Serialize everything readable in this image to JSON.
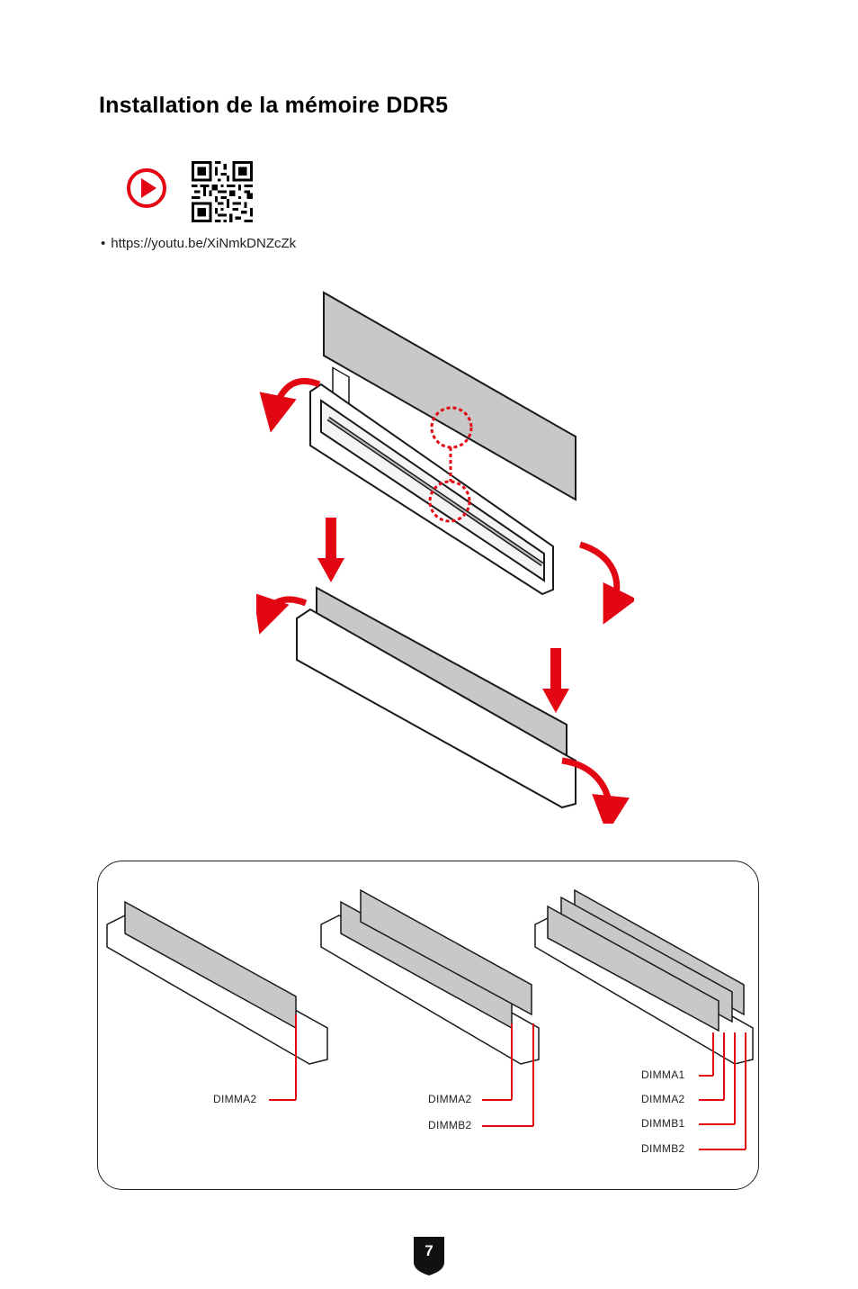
{
  "page": {
    "title": "Installation de la mémoire DDR5",
    "video_link": "https://youtu.be/XiNmkDNZcZk",
    "bullet": "•",
    "page_number": "7"
  },
  "icons": {
    "play": "play-button-icon",
    "qr": "qr-code-icon"
  },
  "colors": {
    "accent": "#e30613",
    "module_fill": "#c8c8c8",
    "outline": "#1a1a1a",
    "badge": "#111111"
  },
  "slot_configs": [
    {
      "labels": [
        "DIMMA2"
      ]
    },
    {
      "labels": [
        "DIMMA2",
        "DIMMB2"
      ]
    },
    {
      "labels": [
        "DIMMA1",
        "DIMMA2",
        "DIMMB1",
        "DIMMB2"
      ]
    }
  ]
}
